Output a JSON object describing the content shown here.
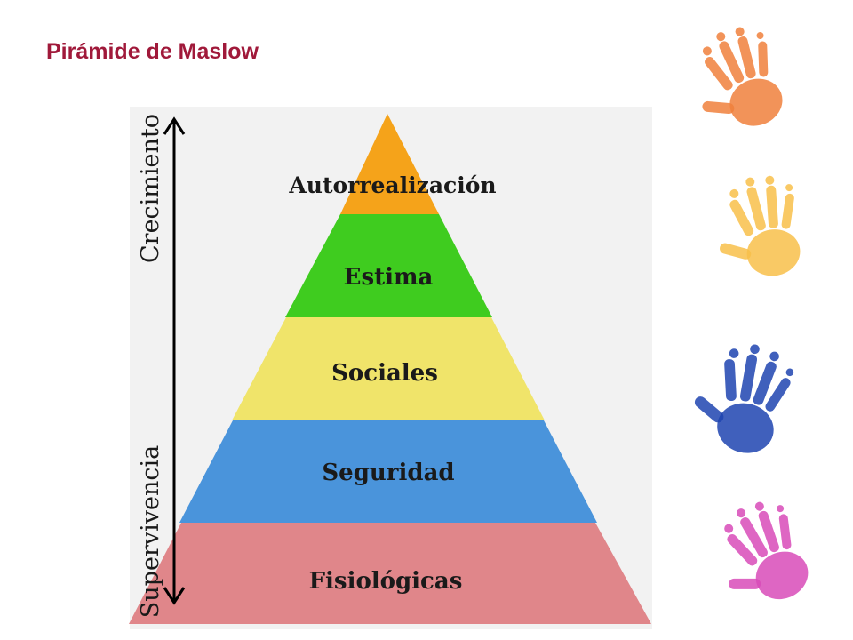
{
  "slide": {
    "title": "Pirámide de Maslow",
    "title_color": "#a0193a"
  },
  "pyramid": {
    "levels": [
      {
        "label": "Autorrealización",
        "color": "#f5a31a"
      },
      {
        "label": "Estima",
        "color": "#3fcc1f"
      },
      {
        "label": "Sociales",
        "color": "#f0e46a"
      },
      {
        "label": "Seguridad",
        "color": "#4a94db"
      },
      {
        "label": "Fisiológicas",
        "color": "#e0868a"
      }
    ],
    "axis_top_label": "Crecimiento",
    "axis_bottom_label": "Supervivencia"
  },
  "decorations": {
    "hands": [
      {
        "name": "orange-handprint",
        "color": "#f0803c"
      },
      {
        "name": "yellow-handprint",
        "color": "#f8c04a"
      },
      {
        "name": "blue-handprint",
        "color": "#1f44b0"
      },
      {
        "name": "pink-handprint",
        "color": "#d84bb8"
      }
    ]
  }
}
